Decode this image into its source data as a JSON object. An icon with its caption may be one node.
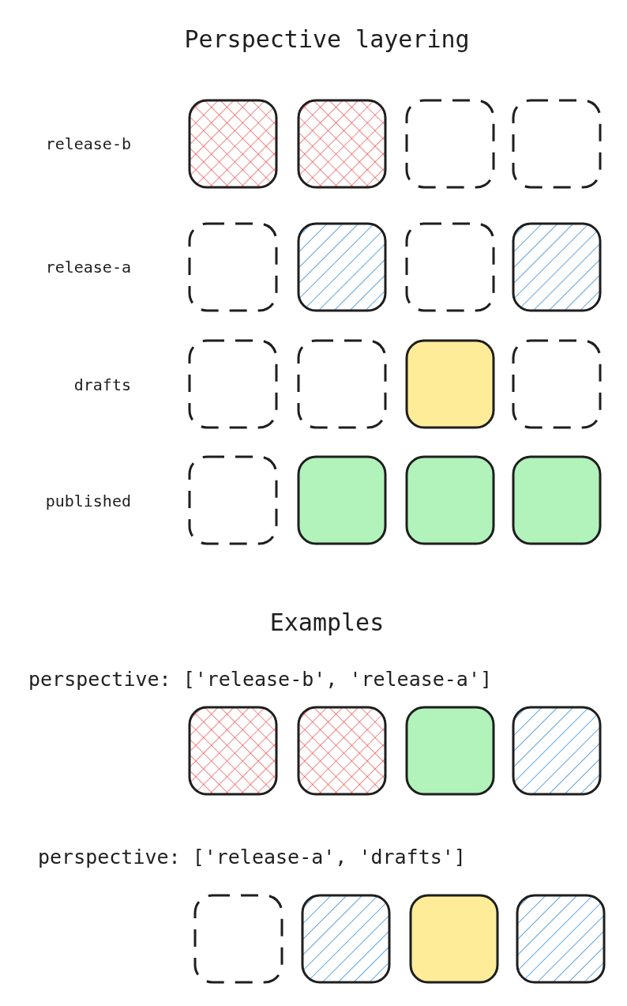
{
  "diagram": {
    "title": "Perspective layering",
    "nodes": [
      {
        "text": [],
        "shape": "box"
      },
      {
        "text": [],
        "shape": "box"
      },
      {
        "text": [],
        "shape": "box"
      },
      {
        "text": [],
        "shape": "box"
      },
      {
        "text": [],
        "shape": "box"
      },
      {
        "text": [],
        "shape": "box"
      },
      {
        "text": [],
        "shape": "box"
      },
      {
        "text": [],
        "shape": "box"
      },
      {
        "text": [],
        "shape": "box"
      },
      {
        "text": [],
        "shape": "box"
      },
      {
        "text": [],
        "shape": "box"
      },
      {
        "text": [],
        "shape": "box"
      },
      {
        "text": [],
        "shape": "box"
      },
      {
        "text": [],
        "shape": "box"
      },
      {
        "text": [],
        "shape": "box"
      },
      {
        "text": [],
        "shape": "box"
      },
      {
        "text": [],
        "shape": "box"
      },
      {
        "text": [],
        "shape": "box"
      },
      {
        "text": [],
        "shape": "box"
      },
      {
        "text": [],
        "shape": "box"
      },
      {
        "text": [],
        "shape": "box"
      },
      {
        "text": [],
        "shape": "box"
      },
      {
        "text": [],
        "shape": "box"
      },
      {
        "text": [],
        "shape": "box"
      }
    ],
    "edges": [],
    "labels": [
      "release-b",
      "release-a",
      "drafts",
      "published",
      "Examples",
      "perspective: ['release-b', 'release-a']",
      "perspective: ['release-a', 'drafts']"
    ]
  }
}
